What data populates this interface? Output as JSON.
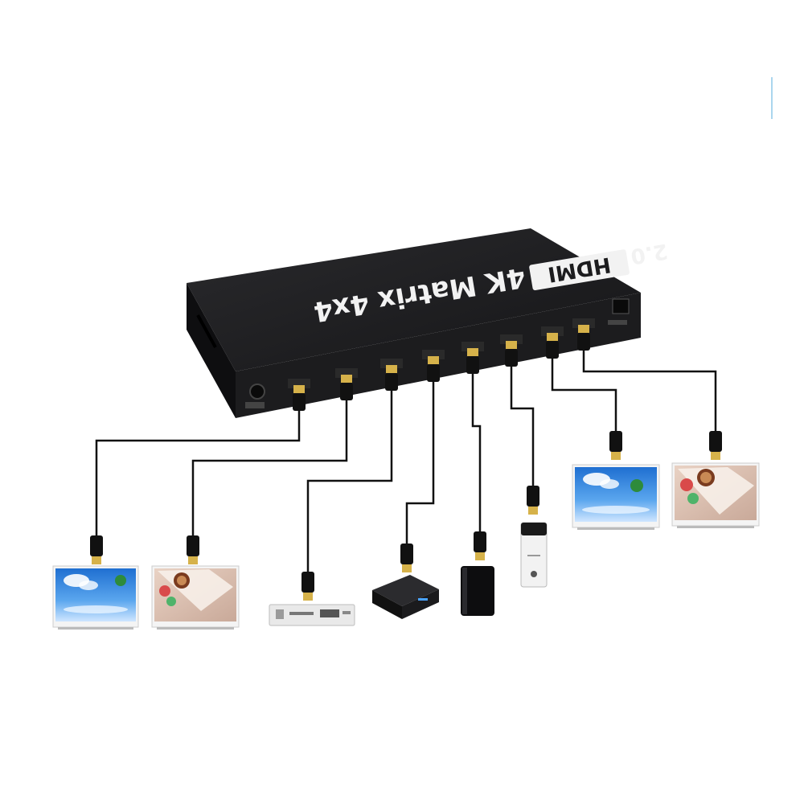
{
  "device": {
    "label": "4K Matrix 4x4",
    "hdmi_logo": "HDMI",
    "hdmi_version": "2.0",
    "body_color": "#1c1c1e",
    "port_color": "#d6b24a",
    "cable_color": "#111111"
  },
  "connections": [
    {
      "port": 1,
      "device": "tv-sky-screen",
      "role": "output"
    },
    {
      "port": 2,
      "device": "tv-abstract-screen",
      "role": "output"
    },
    {
      "port": 3,
      "device": "dvd-player",
      "role": "input"
    },
    {
      "port": 4,
      "device": "set-top-box",
      "role": "input"
    },
    {
      "port": 5,
      "device": "game-console",
      "role": "input"
    },
    {
      "port": 6,
      "device": "media-server",
      "role": "input"
    },
    {
      "port": 7,
      "device": "tv-sky-screen",
      "role": "output"
    },
    {
      "port": 8,
      "device": "tv-abstract-screen",
      "role": "output"
    }
  ]
}
